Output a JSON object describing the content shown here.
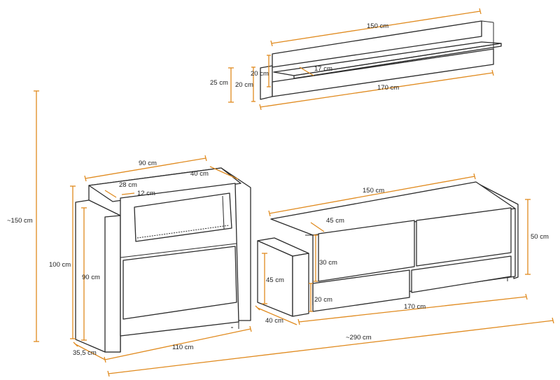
{
  "labels": {
    "shelf_width_top": "150 cm",
    "shelf_height_outer": "25 cm",
    "shelf_height_a": "20 cm",
    "shelf_height_b": "20 cm",
    "shelf_depth": "17 cm",
    "shelf_width_bottom": "170 cm",
    "total_height": "~150 cm",
    "fire_width": "90 cm",
    "fire_depth_top": "40 cm",
    "fire_depth_inner": "28 cm",
    "fire_panel": "12 cm",
    "fire_total_height": "100 cm",
    "fire_height": "90 cm",
    "fire_side_depth": "35,5 cm",
    "fire_base_width": "110 cm",
    "tv_top_width": "150 cm",
    "tv_top_depth": "45 cm",
    "tv_height_right": "50 cm",
    "tv_drawer_height": "30 cm",
    "tv_side_height": "45 cm",
    "tv_plinth": "20 cm",
    "tv_bottom_width": "170 cm",
    "tv_side_depth": "40 cm",
    "total_width": "~290 cm"
  },
  "colors": {
    "dimension": "#e08a1e",
    "outline": "#2b2b2b",
    "background": "#ffffff"
  }
}
